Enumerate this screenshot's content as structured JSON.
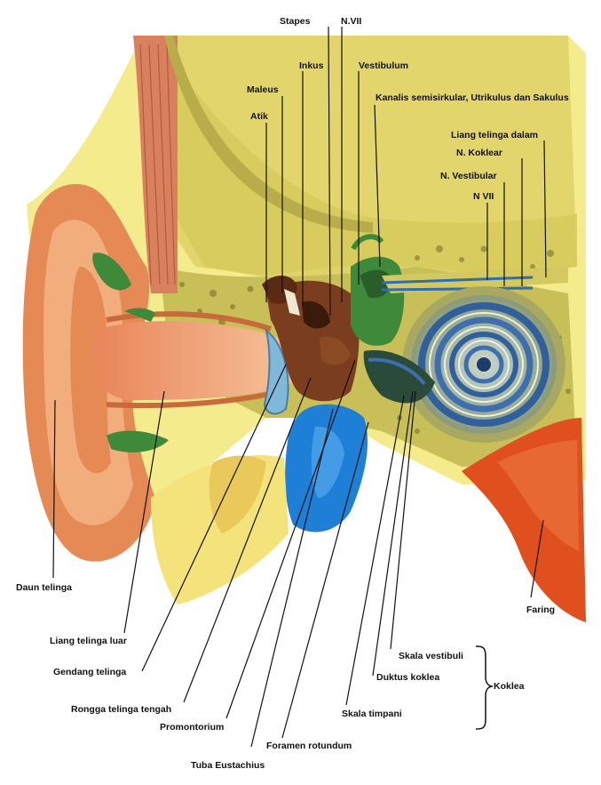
{
  "labels": {
    "stapes": "Stapes",
    "n_vii_top": "N.VII",
    "inkus": "Inkus",
    "vestibulum": "Vestibulum",
    "maleus": "Maleus",
    "kanalis": "Kanalis semisirkular, Utrikulus dan Sakulus",
    "atik": "Atik",
    "liang_telinga_dalam": "Liang telinga dalam",
    "n_koklear": "N. Koklear",
    "n_vestibular": "N. Vestibular",
    "n_vii": "N VII",
    "daun_telinga": "Daun telinga",
    "faring": "Faring",
    "liang_telinga_luar": "Liang telinga luar",
    "skala_vestibuli": "Skala vestibuli",
    "gendang_telinga": "Gendang telinga",
    "duktus_koklea": "Duktus koklea",
    "koklea": "Koklea",
    "rongga_telinga_tengah": "Rongga telinga tengah",
    "skala_timpani": "Skala timpani",
    "promontorium": "Promontorium",
    "foramen_rotundum": "Foramen rotundum",
    "tuba_eustachius": "Tuba Eustachius"
  },
  "colors": {
    "skin": "#e58a55",
    "skin_light": "#f2b98a",
    "bone": "#e8e07a",
    "bone_dark": "#b9b24a",
    "pale_yellow": "#f5f09a",
    "tube_blue": "#1e7fd6",
    "cochlea_blue": "#3d6fb0",
    "green": "#3f8a3a",
    "dark_brown": "#5a2a14",
    "red": "#e0501e"
  }
}
